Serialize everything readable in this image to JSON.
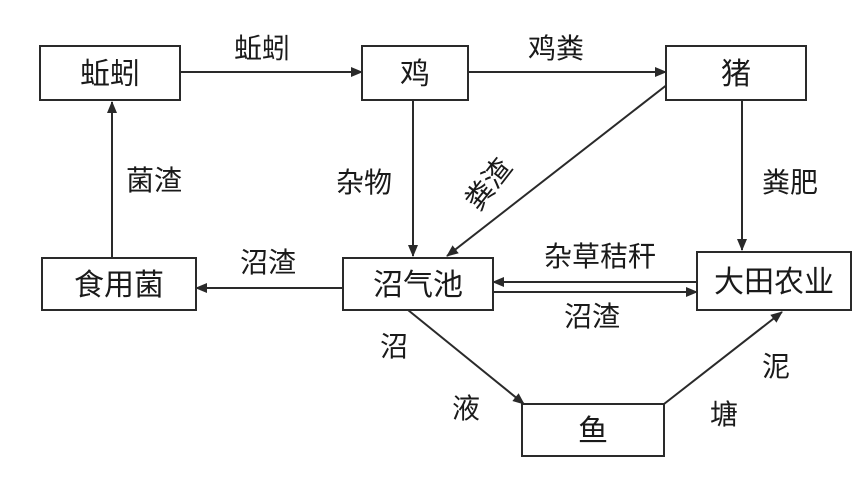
{
  "nodes": {
    "earthworm": "蚯蚓",
    "chicken": "鸡",
    "pig": "猪",
    "mushroom": "食用菌",
    "biogas": "沼气池",
    "farmland": "大田农业",
    "fish": "鱼"
  },
  "edges": {
    "earthworm_to_chicken": "蚯蚓",
    "chicken_to_pig": "鸡粪",
    "chicken_to_biogas": "杂物",
    "pig_to_biogas": "粪渣",
    "pig_to_farmland": "粪肥",
    "mushroom_to_earthworm": "菌渣",
    "biogas_to_mushroom": "沼渣",
    "farmland_to_biogas": "杂草秸秆",
    "biogas_to_farmland": "沼渣",
    "biogas_to_fish_1": "沼",
    "biogas_to_fish_2": "液",
    "fish_to_farmland_1": "泥",
    "fish_to_farmland_2": "塘"
  },
  "colors": {
    "ink": "#1a1a1a",
    "line": "#2a2a2a",
    "background": "#ffffff"
  }
}
